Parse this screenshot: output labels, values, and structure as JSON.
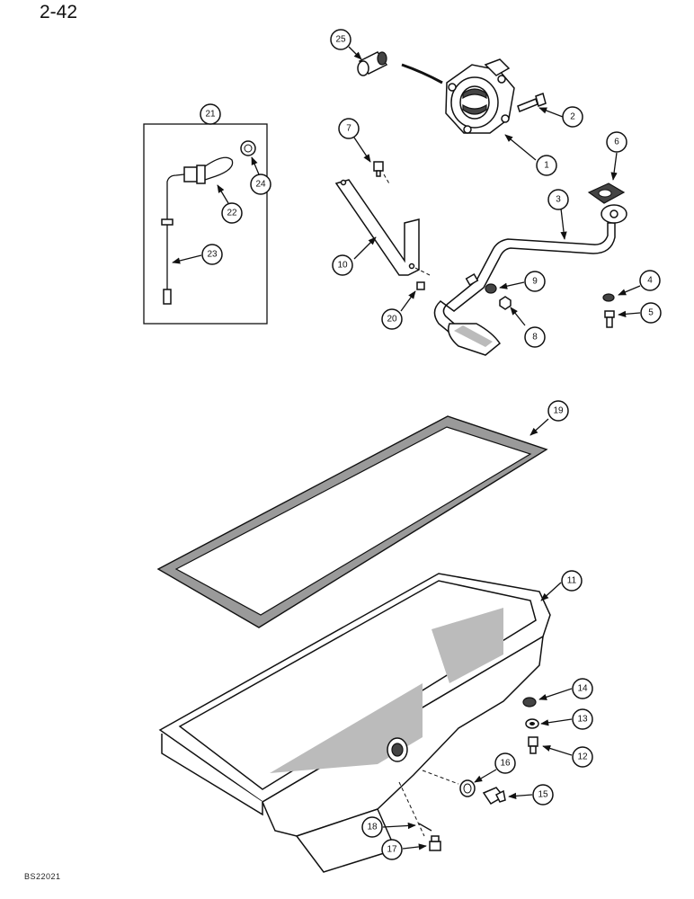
{
  "page_number": "2-42",
  "figure_id": "BS22021",
  "callouts": [
    {
      "id": "c1",
      "label": "1"
    },
    {
      "id": "c2",
      "label": "2"
    },
    {
      "id": "c3",
      "label": "3"
    },
    {
      "id": "c4",
      "label": "4"
    },
    {
      "id": "c5",
      "label": "5"
    },
    {
      "id": "c6",
      "label": "6"
    },
    {
      "id": "c7",
      "label": "7"
    },
    {
      "id": "c8",
      "label": "8"
    },
    {
      "id": "c9",
      "label": "9"
    },
    {
      "id": "c10",
      "label": "10"
    },
    {
      "id": "c11",
      "label": "11"
    },
    {
      "id": "c12",
      "label": "12"
    },
    {
      "id": "c13",
      "label": "13"
    },
    {
      "id": "c14",
      "label": "14"
    },
    {
      "id": "c15",
      "label": "15"
    },
    {
      "id": "c16",
      "label": "16"
    },
    {
      "id": "c17",
      "label": "17"
    },
    {
      "id": "c18",
      "label": "18"
    },
    {
      "id": "c19",
      "label": "19"
    },
    {
      "id": "c20",
      "label": "20"
    },
    {
      "id": "c21",
      "label": "21"
    },
    {
      "id": "c22",
      "label": "22"
    },
    {
      "id": "c23",
      "label": "23"
    },
    {
      "id": "c24",
      "label": "24"
    },
    {
      "id": "c25",
      "label": "25"
    }
  ]
}
